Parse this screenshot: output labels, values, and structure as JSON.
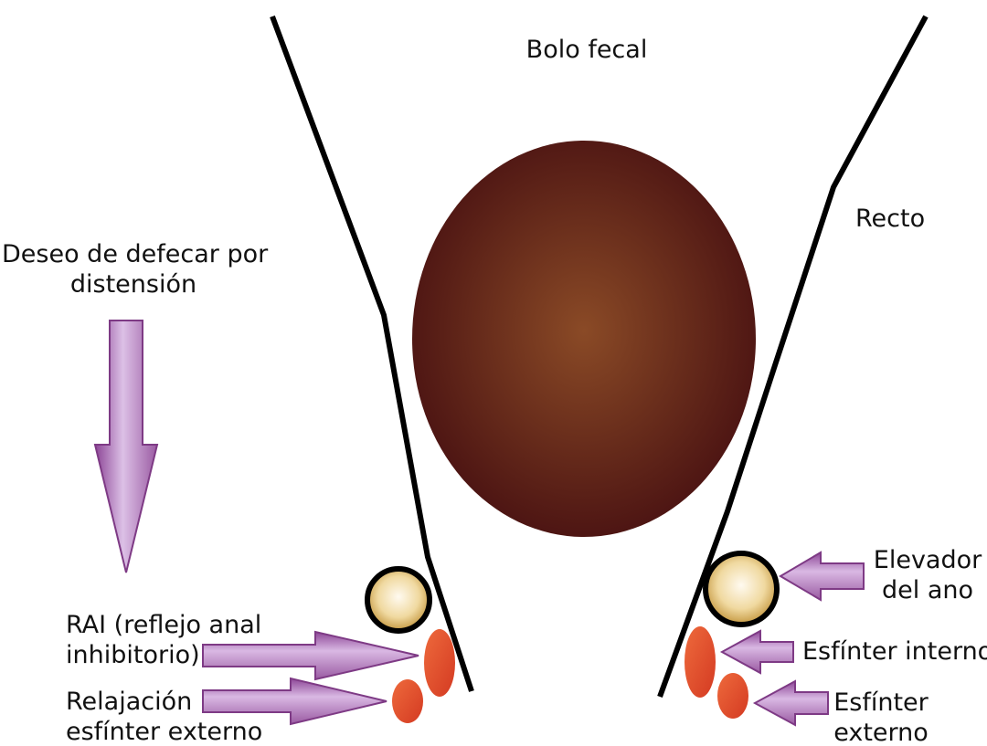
{
  "labels": {
    "bolo_fecal": "Bolo fecal",
    "recto": "Recto",
    "deseo_line1": "Deseo de defecar por",
    "deseo_line2": "distensión",
    "elevador_line1": "Elevador",
    "elevador_line2": "del ano",
    "esfinter_interno": "Esfínter interno",
    "esfinter_externo_line1": "Esfínter",
    "esfinter_externo_line2": "externo",
    "rai_line1": "RAI (reflejo anal",
    "rai_line2": "inhibitorio)",
    "relajacion_line1": "Relajación",
    "relajacion_line2": "esfínter externo"
  },
  "colors": {
    "wall": "#000000",
    "bolus_center": "#8a4a26",
    "bolus_edge": "#4a1212",
    "levator_fill": "#f2d898",
    "levator_outline": "#000000",
    "sphincter": "#e5482a",
    "arrow_light": "#d9b8e3",
    "arrow_dark": "#7e3a85"
  },
  "icons": {
    "down_arrow": "arrow-down-icon",
    "right_arrow": "arrow-right-icon",
    "left_arrow": "arrow-left-icon"
  }
}
